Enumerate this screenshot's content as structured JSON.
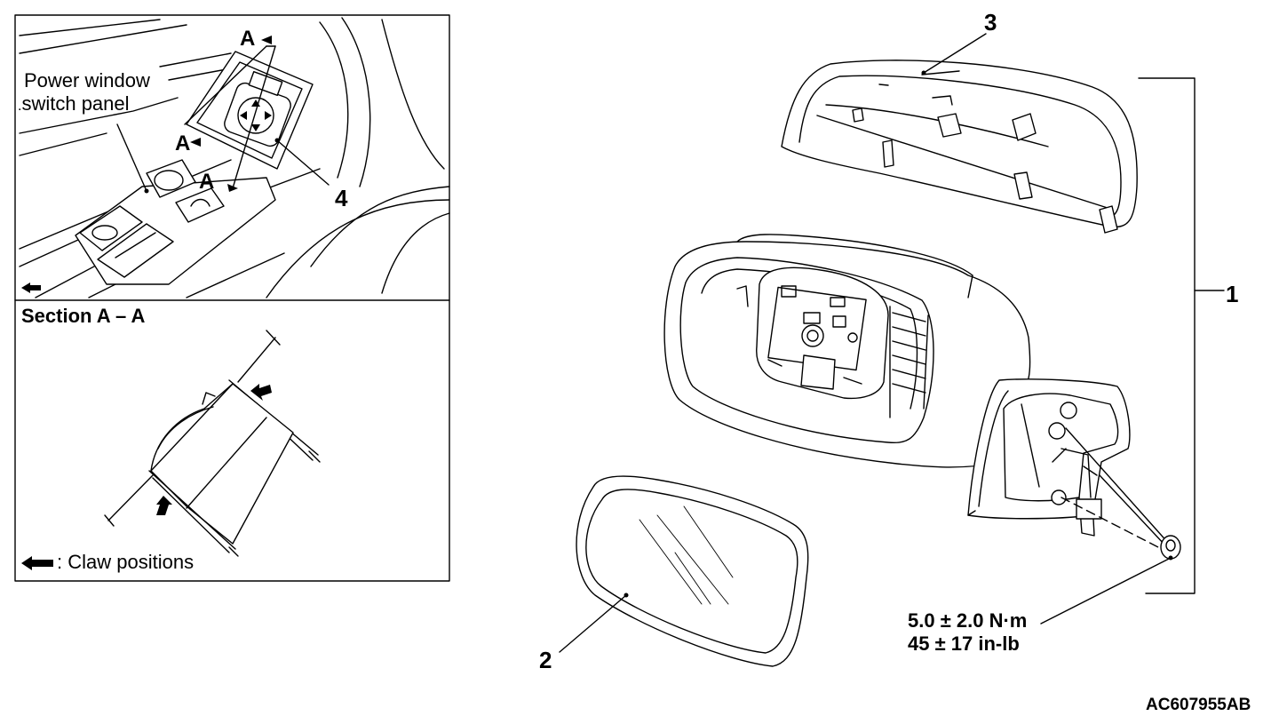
{
  "inset": {
    "label_power_window_line1": "Power window",
    "label_power_window_line2": "switch panel",
    "section_title": "Section A – A",
    "legend_text": ": Claw positions",
    "section_letter": "A"
  },
  "callouts": {
    "c1": "1",
    "c2": "2",
    "c3": "3",
    "c4": "4"
  },
  "torque": {
    "metric": "5.0 ± 2.0 N·m",
    "imperial": "45 ± 17 in-lb"
  },
  "figure_code": "AC607955AB"
}
